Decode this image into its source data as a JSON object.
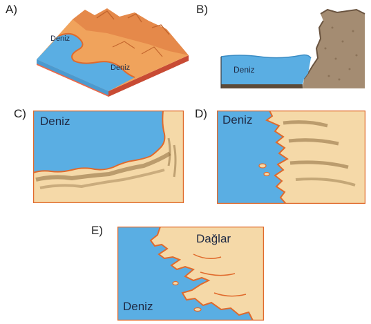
{
  "panels": [
    {
      "letter": "A)",
      "labels": [
        "Deniz",
        "Deniz"
      ]
    },
    {
      "letter": "B)",
      "labels": [
        "Deniz"
      ]
    },
    {
      "letter": "C)",
      "labels": [
        "Deniz"
      ]
    },
    {
      "letter": "D)",
      "labels": [
        "Deniz"
      ]
    },
    {
      "letter": "E)",
      "labels": [
        "Dağlar",
        "Deniz"
      ]
    }
  ],
  "colors": {
    "sea": "#5aaee3",
    "land": "#f5d9a8",
    "shore": "#e06a2c",
    "relief": "#8a6a3c"
  }
}
